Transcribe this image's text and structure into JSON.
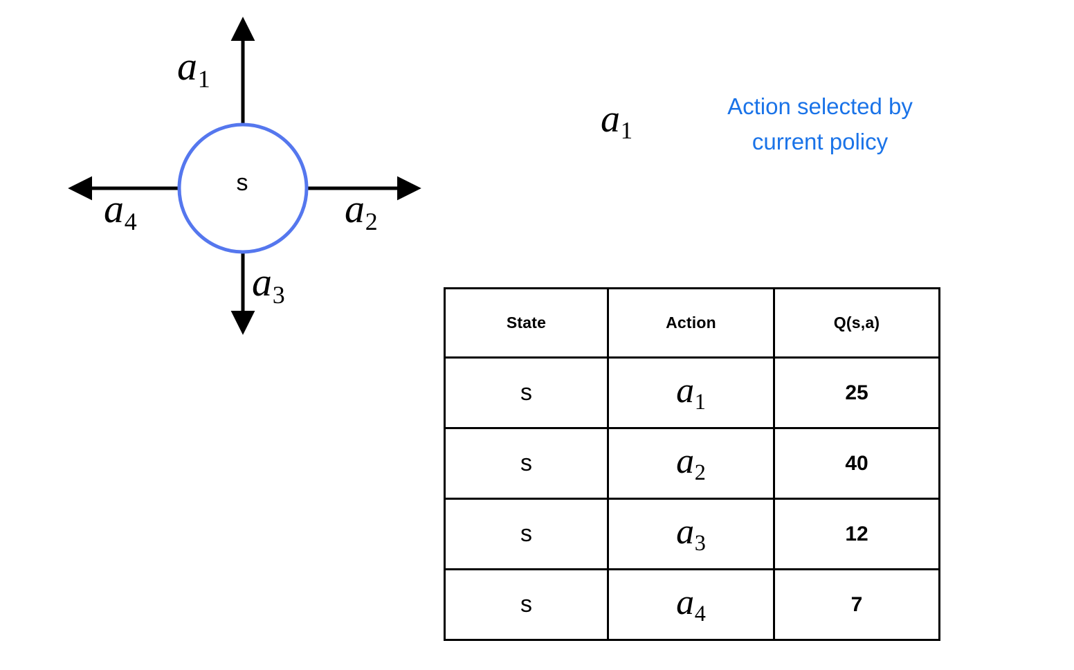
{
  "diagram": {
    "state_label": "s",
    "node_color": "#5577ee",
    "arrow_color": "#000000",
    "actions": [
      {
        "id": "a1",
        "base": "a",
        "sub": "1",
        "direction": "up"
      },
      {
        "id": "a2",
        "base": "a",
        "sub": "2",
        "direction": "right"
      },
      {
        "id": "a3",
        "base": "a",
        "sub": "3",
        "direction": "down"
      },
      {
        "id": "a4",
        "base": "a",
        "sub": "4",
        "direction": "left"
      }
    ]
  },
  "legend": {
    "symbol_base": "a",
    "symbol_sub": "1",
    "text_line1": "Action selected by",
    "text_line2": "current policy",
    "color": "#1a73e8"
  },
  "table": {
    "headers": [
      "State",
      "Action",
      "Q(s,a)"
    ],
    "rows": [
      {
        "state": "s",
        "action_base": "a",
        "action_sub": "1",
        "q": "25"
      },
      {
        "state": "s",
        "action_base": "a",
        "action_sub": "2",
        "q": "40"
      },
      {
        "state": "s",
        "action_base": "a",
        "action_sub": "3",
        "q": "12"
      },
      {
        "state": "s",
        "action_base": "a",
        "action_sub": "4",
        "q": "7"
      }
    ]
  }
}
